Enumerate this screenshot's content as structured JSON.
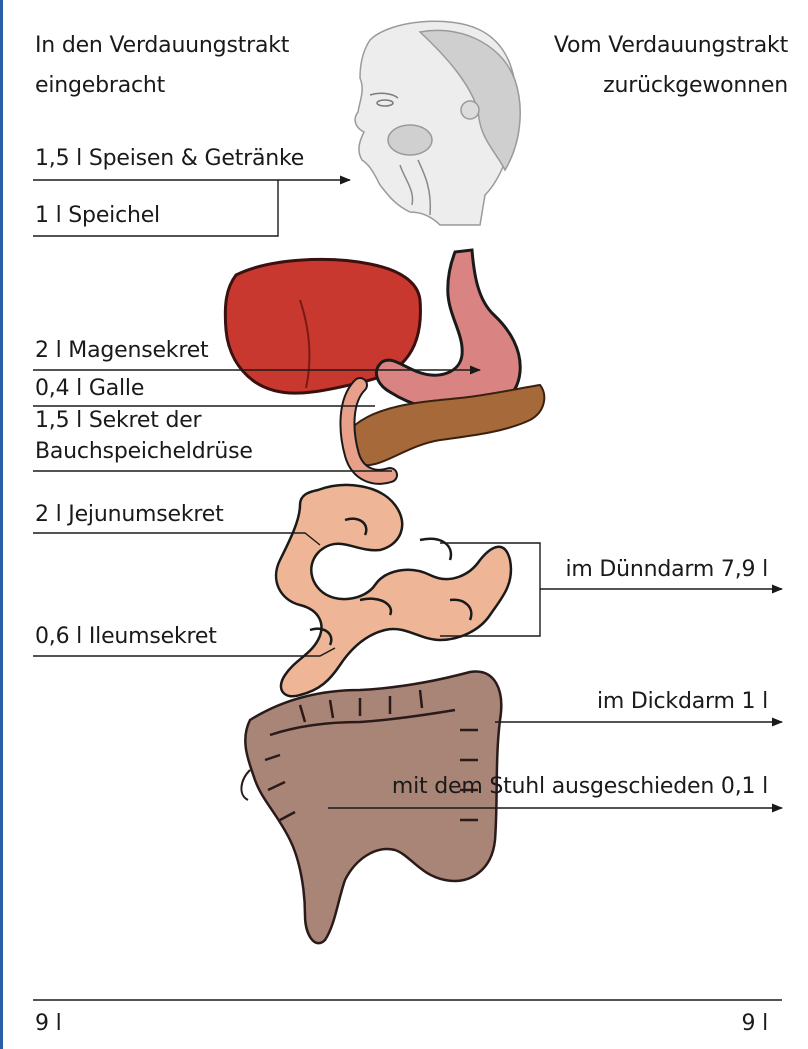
{
  "header": {
    "left_line1": "In den Verdauungstrakt",
    "left_line2": "eingebracht",
    "right_line1": "Vom Verdauungstrakt",
    "right_line2": "zurückgewonnen"
  },
  "inputs": {
    "food": "1,5 l Speisen & Getränke",
    "saliva": "1 l Speichel",
    "gastric": "2 l Magensekret",
    "bile": "0,4 l Galle",
    "pancreas_line1": "1,5 l Sekret der",
    "pancreas_line2": "Bauchspeicheldrüse",
    "jejunum": "2 l Jejunumsekret",
    "ileum": "0,6 l Ileumsekret"
  },
  "outputs": {
    "small_intestine": "im Dünndarm 7,9 l",
    "large_intestine": "im Dickdarm 1 l",
    "stool": "mit dem Stuhl ausgeschieden 0,1 l"
  },
  "totals": {
    "left": "9 l",
    "right": "9 l"
  },
  "colors": {
    "frame": "#2a5fa6",
    "liver": "#c8382e",
    "stomach": "#d98483",
    "pancreas": "#a5693a",
    "small_intestine": "#efb597",
    "large_intestine": "#a98577",
    "head": "#bdbdbd"
  }
}
